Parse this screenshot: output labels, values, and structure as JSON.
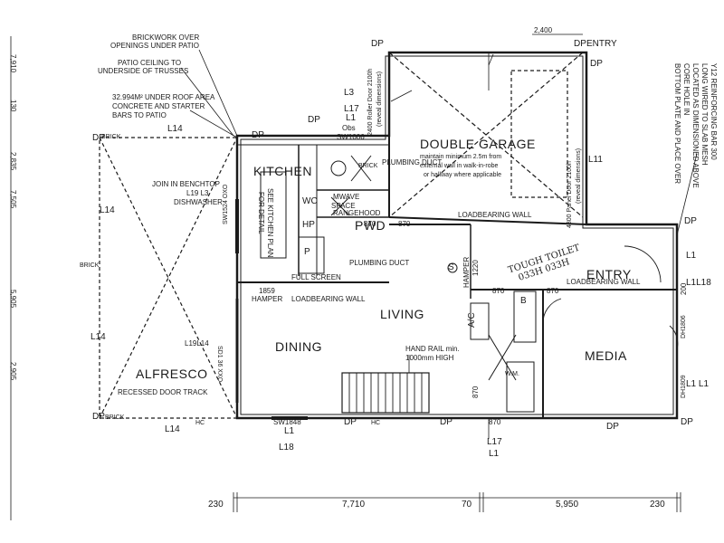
{
  "rooms": {
    "double_garage": "DOUBLE GARAGE",
    "kitchen": "KITCHEN",
    "wc": "WC",
    "pwd": "PWD",
    "living": "LIVING",
    "dining": "DINING",
    "alfresco": "ALFRESCO",
    "entry": "ENTRY",
    "media": "MEDIA"
  },
  "notes": {
    "brickwork": "BRICKWORK OVER",
    "openings": "OPENINGS UNDER PATIO",
    "patio_ceiling": "PATIO CEILING TO",
    "underside": "UNDERSIDE OF TRUSSES",
    "under_roof_1": "32.994M² UNDER ROOF AREA",
    "under_roof_2": "CONCRETE AND STARTER",
    "under_roof_3": "BARS TO PATIO",
    "join_benchtop": "JOIN IN BENCHTOP",
    "dishwasher": "DISHWASHER",
    "see_kitchen_1": "SEE KITCHEN PLAN",
    "see_kitchen_2": "FOR DETAIL",
    "mwave_1": "MWAVE",
    "mwave_2": "SPACE",
    "rangehood": "RANGEHOOD",
    "plumbing_duct": "PLUMBING DUCT",
    "plumbing_duct_2": "PLUMBING DUCT",
    "full_screen": "FULL SCREEN",
    "loadbearing_1": "LOADBEARING WALL",
    "loadbearing_2": "LOADBEARING WALL",
    "loadbearing_3": "LOADBEARING WALL",
    "hamper": "HAMPER",
    "hamper_1859": "1859",
    "handrail_1": "HAND RAIL min.",
    "handrail_2": "1000mm HIGH",
    "recessed": "RECESSED DOOR TRACK",
    "garage_note_1": "maintain minimum 2.5m from",
    "garage_note_2": "external wall in walk-in-robe",
    "garage_note_3": "or hallway where applicable",
    "panel_door": "4800 Panel Door 2100h",
    "panel_door_2": "(reveal dimensions)",
    "roller_door": "2400 Roller Door 2100h",
    "roller_door_2": "(reveal dimensions)",
    "obs": "Obs",
    "sw1006": "SW1006",
    "reinforcing_1": "Y12 REINFORCING BAR 300",
    "reinforcing_2": "LONG WIRED TO SLAB MESH",
    "reinforcing_3": "LOCATED AS DIMENSIONED ABOVE",
    "reinforcing_4": "CORE HOLE IN",
    "reinforcing_5": "BOTTOM PLATE AND PLACE OVER",
    "handwritten_1": "TOUGH TOILET",
    "handwritten_2": "033H 033H",
    "ac": "A/C",
    "hamper_v": "HAMPER",
    "hamper_v_num": "1220",
    "sw1848": "SW1848",
    "sd_label": "SD1 36 XXO",
    "sw_left": "SW1524 OXO",
    "lp_left": "L19 L3",
    "l19l14": "L19L14",
    "b_label": "B",
    "p_label": "P",
    "hp_label": "HP",
    "wm_label": "W.M.",
    "s_label": "S",
    "l1_right_a": "L1L18",
    "l1_right_b": "L1 L1",
    "l1_right_c": "L1",
    "dh1806": "DH1806",
    "dh1809": "DH1809",
    "n870_a": "870",
    "n870_b": "870",
    "n870_c": "870",
    "n870_d": "870",
    "n870_e": "870",
    "n870_f": "870",
    "n200": "200",
    "garage_2400": "2,400",
    "l3": "L3",
    "l17_top": "L17",
    "l1_top": "L1",
    "l14_a": "L14",
    "l14_b": "L14",
    "l14_c": "L14",
    "l14_d": "L14",
    "l11": "L11",
    "l18": "L18",
    "l1_mid": "L1",
    "l17_bot": "L17",
    "l1_bot": "L1",
    "hc_a": "HC",
    "hc_b": "HC",
    "brick_a": "BRICK",
    "brick_b": "BRICK",
    "brick_c": "BRICK",
    "brick_d": "BRICK"
  },
  "markers": {
    "dp_1": "DP",
    "dp_2": "DP",
    "dp_3": "DP",
    "dp_4": "DP",
    "dp_5": "DP",
    "dp_6": "DP",
    "dp_7": "DP",
    "dp_8": "DP",
    "dp_9": "DP",
    "dp_10": "DP",
    "dp_11": "DP",
    "dp_12": "DP",
    "entry_top": "ENTRY"
  },
  "dimensions": {
    "d230_left": "230",
    "d7710": "7,710",
    "d70": "70",
    "d5950": "5,950",
    "d230_right": "230"
  },
  "margin_left": [
    "7,910",
    "130",
    "2,835",
    "7,505",
    "5,905",
    "2,905"
  ]
}
